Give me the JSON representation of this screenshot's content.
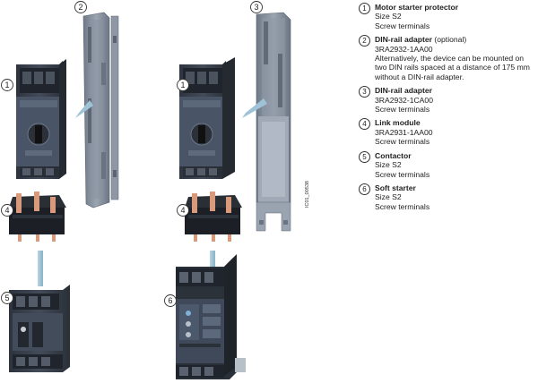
{
  "callouts": {
    "c1a": "1",
    "c2": "2",
    "c3": "3",
    "c1b": "1",
    "c4a": "4",
    "c4b": "4",
    "c5": "5",
    "c6": "6"
  },
  "doc_id": "IC01_00538",
  "legend": [
    {
      "num": "1",
      "title": "Motor starter protector",
      "title_suffix": "",
      "lines": [
        "Size S2",
        "Screw terminals"
      ]
    },
    {
      "num": "2",
      "title": "DIN-rail adapter",
      "title_suffix": " (optional)",
      "lines": [
        "3RA2932-1AA00",
        "Alternatively, the device can be mounted on two DIN rails spaced at a distance of 175 mm without a DIN-rail adapter."
      ]
    },
    {
      "num": "3",
      "title": "DIN-rail adapter",
      "title_suffix": "",
      "lines": [
        "3RA2932-1CA00",
        "Screw terminals"
      ]
    },
    {
      "num": "4",
      "title": "Link module",
      "title_suffix": "",
      "lines": [
        "3RA2931-1AA00",
        "Screw terminals"
      ]
    },
    {
      "num": "5",
      "title": "Contactor",
      "title_suffix": "",
      "lines": [
        "Size S2",
        "Screw terminals"
      ]
    },
    {
      "num": "6",
      "title": "Soft starter",
      "title_suffix": "",
      "lines": [
        "Size S2",
        "Screw terminals"
      ]
    }
  ],
  "colors": {
    "device_body": "#3b4250",
    "device_dark": "#1f242c",
    "device_face": "#4a5568",
    "rail": "#7d8794",
    "rail_light": "#9aa4b0",
    "connector": "#9ec3d6",
    "pin_copper": "#d99a7c"
  }
}
